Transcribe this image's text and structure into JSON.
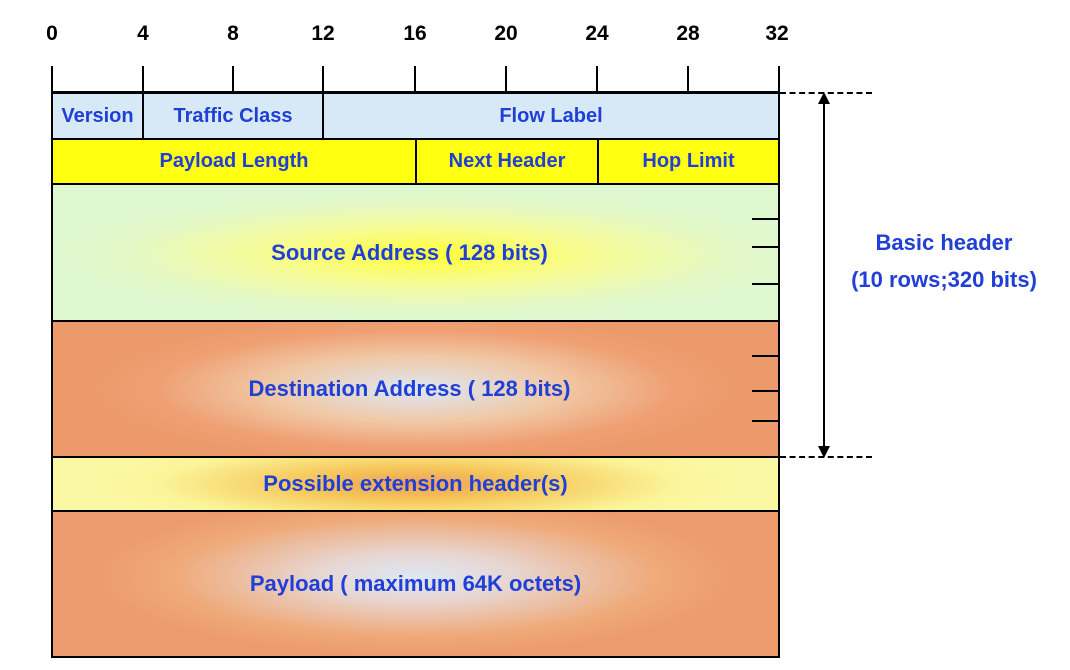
{
  "ruler": {
    "ticks": [
      "0",
      "4",
      "8",
      "12",
      "16",
      "20",
      "24",
      "28",
      "32"
    ]
  },
  "row1": {
    "version": "Version",
    "traffic_class": "Traffic Class",
    "flow_label": "Flow Label"
  },
  "row2": {
    "payload_length": "Payload Length",
    "next_header": "Next Header",
    "hop_limit": "Hop Limit"
  },
  "blocks": {
    "source_address": "Source Address ( 128 bits)",
    "destination_address": "Destination  Address ( 128 bits)",
    "extension_headers": "Possible extension header(s)",
    "payload": "Payload  ( maximum 64K octets)"
  },
  "basic_header": {
    "line1": "Basic header",
    "line2": "(10 rows;320 bits)"
  },
  "colors": {
    "label_text": "#1f3fd6",
    "row1_fill": "#d7e9f7",
    "row2_fill": "#ffff0f"
  }
}
